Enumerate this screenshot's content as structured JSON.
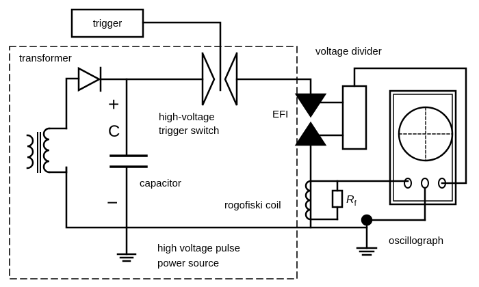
{
  "labels": {
    "trigger": "trigger",
    "transformer": "transformer",
    "voltage_divider": "voltage divider",
    "trigger_switch_line1": "high-voltage",
    "trigger_switch_line2": "trigger switch",
    "efi": "EFI",
    "plus": "+",
    "c": "C",
    "minus": "−",
    "capacitor": "capacitor",
    "rogofiski_coil": "rogofiski coil",
    "rf_main": "R",
    "rf_sub": "f",
    "oscillograph": "oscillograph",
    "power_source_line1": "high voltage pulse",
    "power_source_line2": "power source"
  },
  "colors": {
    "stroke": "#000000",
    "background": "#ffffff"
  },
  "icons": [
    "transformer-icon",
    "diode-icon",
    "capacitor-icon",
    "spark-gap-icon",
    "efi-icon",
    "resistor-icon",
    "ground-icon",
    "oscilloscope-screen-icon",
    "probe-terminal-icon"
  ]
}
